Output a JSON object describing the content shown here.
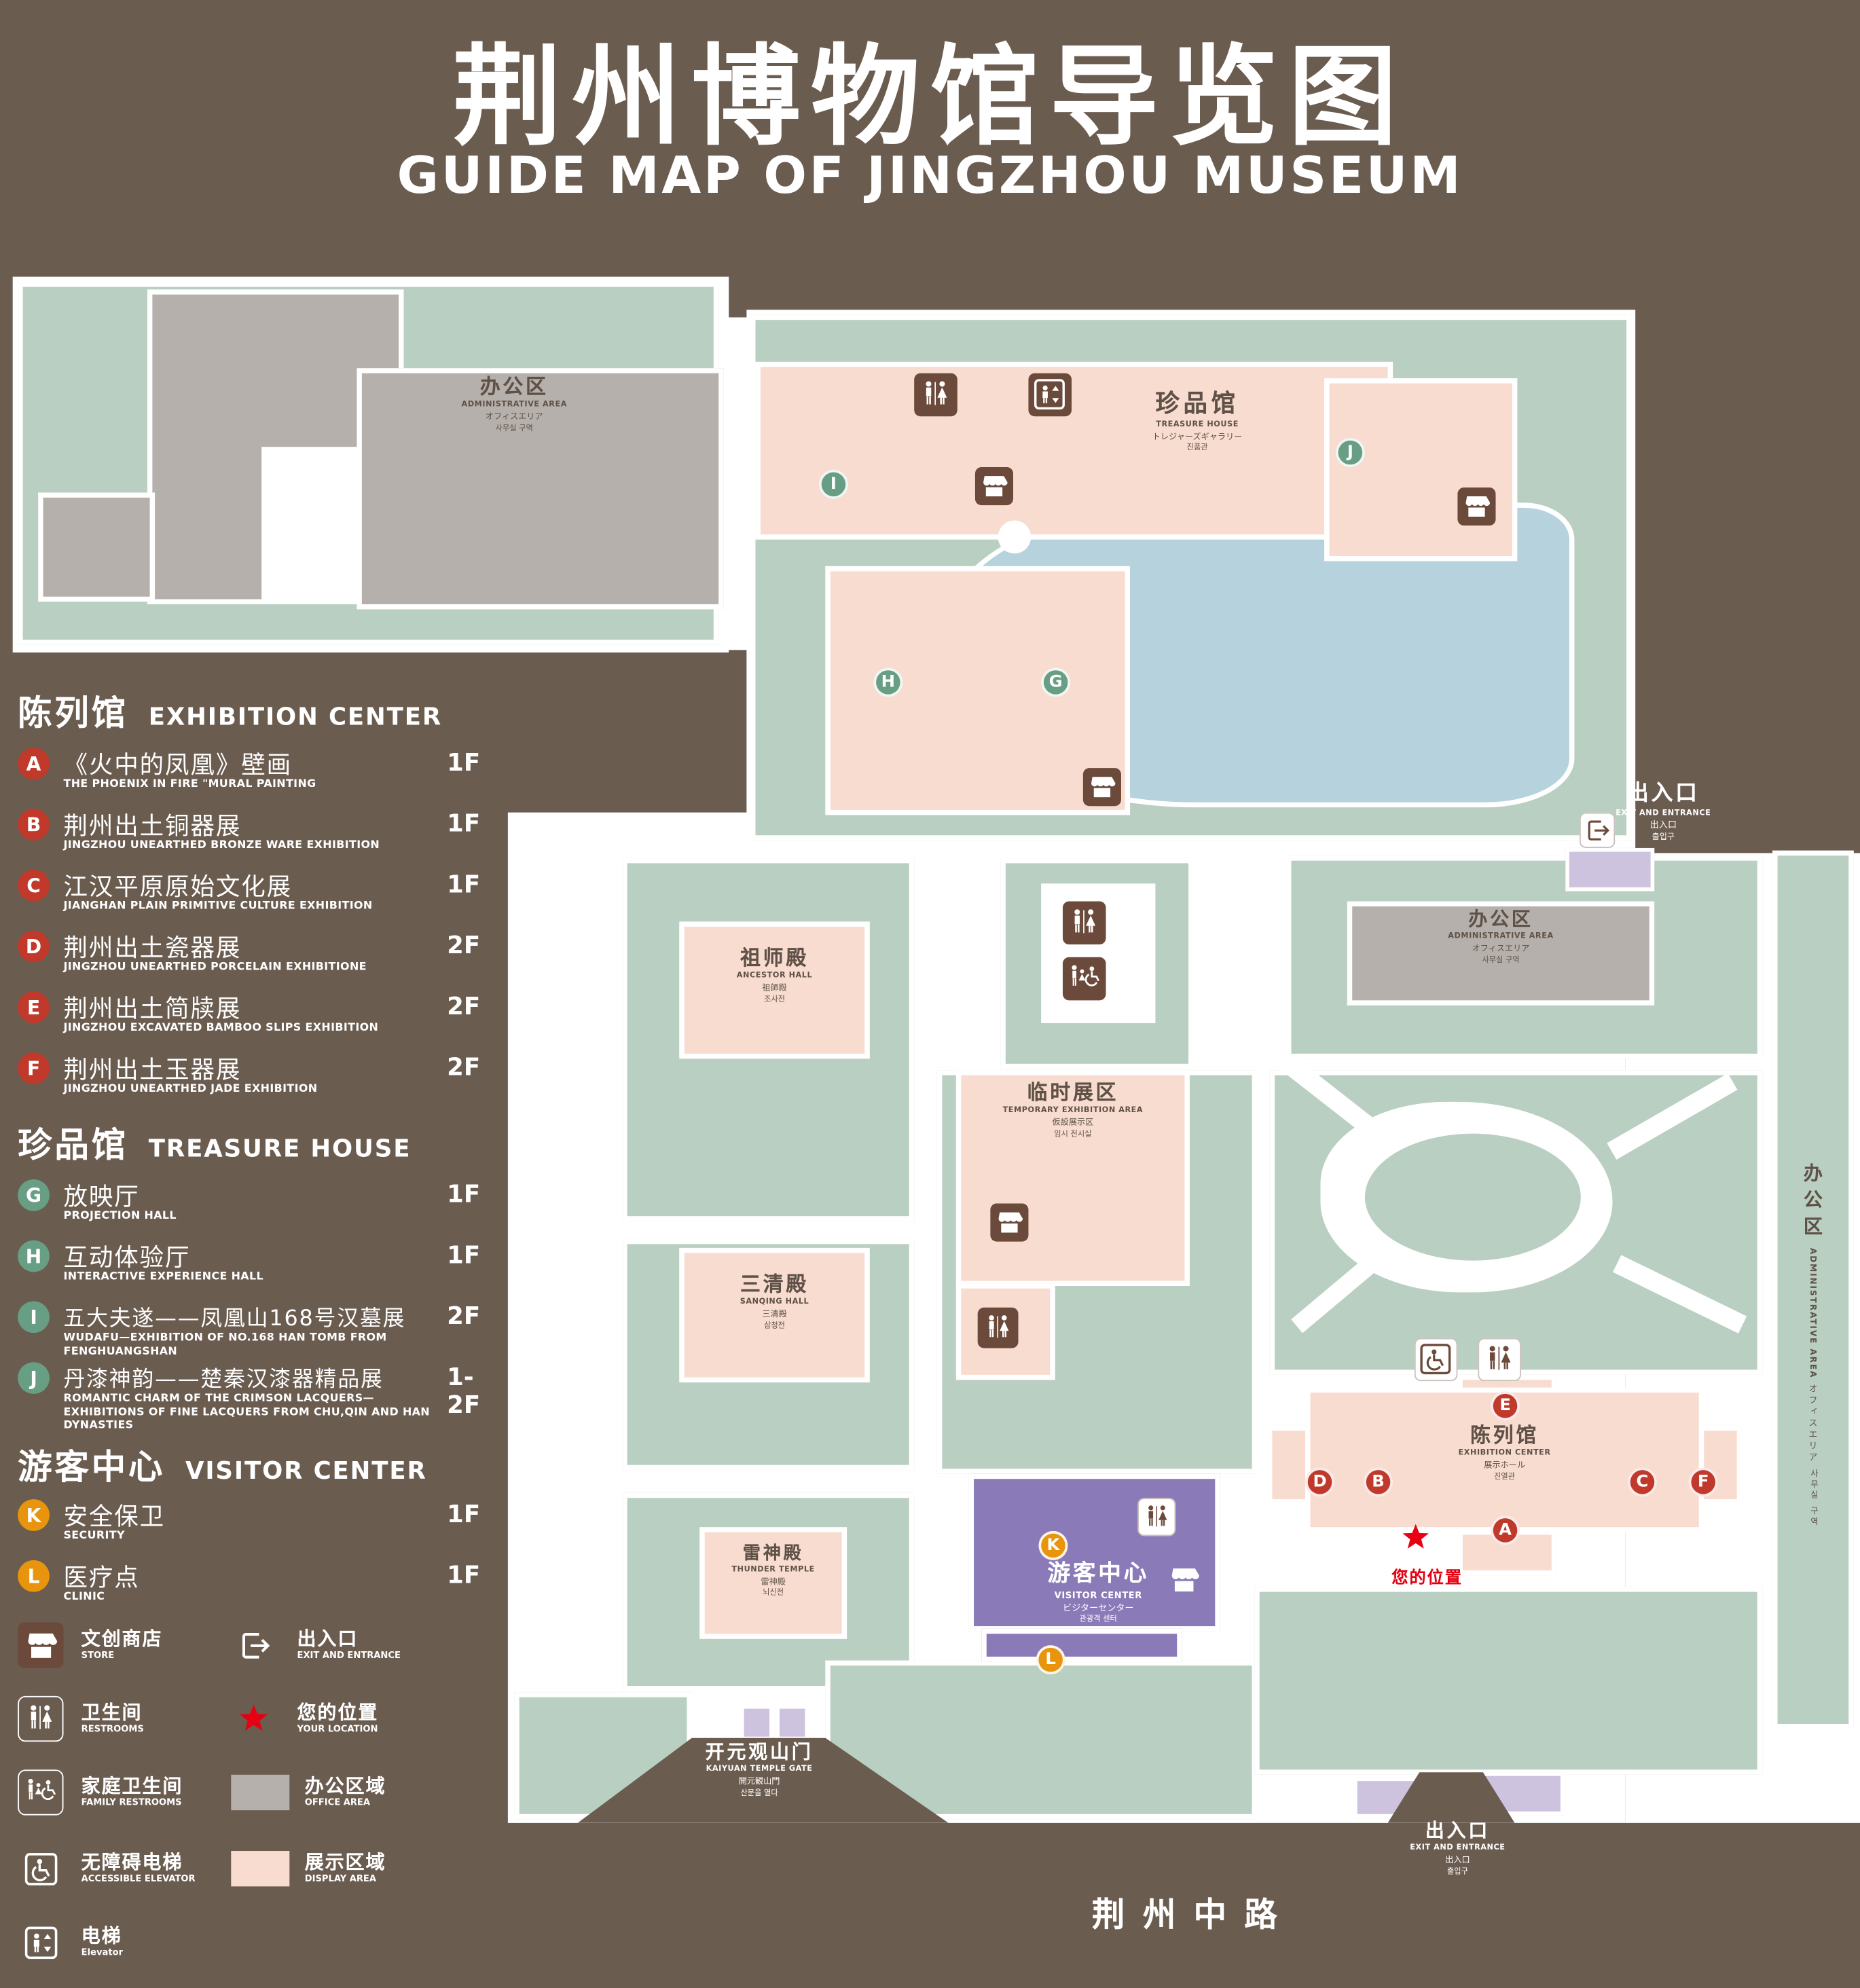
{
  "header": {
    "title_zh": "荆州博物馆导览图",
    "title_en": "GUIDE MAP OF JINGZHOU MUSEUM"
  },
  "legend": {
    "sections": [
      {
        "title_zh": "陈列馆",
        "title_en": "EXHIBITION CENTER",
        "items": [
          {
            "key": "A",
            "zh": "《火中的凤凰》壁画",
            "en": "THE PHOENIX IN FIRE \"MURAL PAINTING",
            "floor": "1F"
          },
          {
            "key": "B",
            "zh": "荆州出土铜器展",
            "en": "JINGZHOU UNEARTHED BRONZE WARE EXHIBITION",
            "floor": "1F"
          },
          {
            "key": "C",
            "zh": "江汉平原原始文化展",
            "en": "JIANGHAN PLAIN PRIMITIVE CULTURE EXHIBITION",
            "floor": "1F"
          },
          {
            "key": "D",
            "zh": "荆州出土瓷器展",
            "en": "JINGZHOU UNEARTHED PORCELAIN EXHIBITIONE",
            "floor": "2F"
          },
          {
            "key": "E",
            "zh": "荆州出土简牍展",
            "en": "JINGZHOU EXCAVATED BAMBOO SLIPS EXHIBITION",
            "floor": "2F"
          },
          {
            "key": "F",
            "zh": "荆州出土玉器展",
            "en": "JINGZHOU UNEARTHED JADE EXHIBITION",
            "floor": "2F"
          }
        ]
      },
      {
        "title_zh": "珍品馆",
        "title_en": "TREASURE HOUSE",
        "items": [
          {
            "key": "G",
            "zh": "放映厅",
            "en": "PROJECTION HALL",
            "floor": "1F"
          },
          {
            "key": "H",
            "zh": "互动体验厅",
            "en": "INTERACTIVE EXPERIENCE HALL",
            "floor": "1F"
          },
          {
            "key": "I",
            "zh": "五大夫遂——凤凰山168号汉墓展",
            "en": "WUDAFU—EXHIBITION OF NO.168 HAN TOMB FROM FENGHUANGSHAN",
            "floor": "2F"
          },
          {
            "key": "J",
            "zh": "丹漆神韵——楚秦汉漆器精品展",
            "en": "ROMANTIC CHARM OF THE CRIMSON LACQUERS—EXHIBITIONS OF FINE LACQUERS FROM CHU,QIN AND HAN DYNASTIES",
            "floor": "1-2F"
          }
        ]
      },
      {
        "title_zh": "游客中心",
        "title_en": "VISITOR CENTER",
        "items": [
          {
            "key": "K",
            "zh": "安全保卫",
            "en": "SECURITY",
            "floor": "1F"
          },
          {
            "key": "L",
            "zh": "医疗点",
            "en": "CLINIC",
            "floor": "1F"
          }
        ]
      }
    ],
    "symbols": [
      {
        "icon": "store",
        "zh": "文创商店",
        "en": "STORE"
      },
      {
        "icon": "exit",
        "zh": "出入口",
        "en": "EXIT AND ENTRANCE"
      },
      {
        "icon": "restroom",
        "zh": "卫生间",
        "en": "RESTROOMS"
      },
      {
        "icon": "location",
        "zh": "您的位置",
        "en": "YOUR LOCATION"
      },
      {
        "icon": "family",
        "zh": "家庭卫生间",
        "en": "FAMILY RESTROOMS"
      },
      {
        "icon": "office",
        "zh": "办公区域",
        "en": "OFFICE AREA"
      },
      {
        "icon": "accessible",
        "zh": "无障碍电梯",
        "en": "ACCESSIBLE ELEVATOR"
      },
      {
        "icon": "display",
        "zh": "展示区域",
        "en": "DISPLAY AREA"
      },
      {
        "icon": "elevator",
        "zh": "电梯",
        "en": "Elevator"
      }
    ]
  },
  "map": {
    "admin": {
      "zh": "办公区",
      "en": "ADMINISTRATIVE AREA",
      "ja": "オフィスエリア",
      "ko": "사무실 구역"
    },
    "treasure": {
      "zh": "珍品馆",
      "en": "TREASURE HOUSE",
      "ja": "トレジャーズギャラリー",
      "ko": "진품관",
      "markers": [
        "G",
        "H",
        "I",
        "J"
      ]
    },
    "ancestor": {
      "zh": "祖师殿",
      "en": "ANCESTOR HALL",
      "ja": "祖師殿",
      "ko": "조사전"
    },
    "temporary": {
      "zh": "临时展区",
      "en": "TEMPORARY EXHIBITION AREA",
      "ja": "仮設展示区",
      "ko": "임시 전시실"
    },
    "sanqing": {
      "zh": "三清殿",
      "en": "SANQING HALL",
      "ja": "三清殿",
      "ko": "삼청전"
    },
    "thunder": {
      "zh": "雷神殿",
      "en": "THUNDER TEMPLE",
      "ja": "雷神殿",
      "ko": "뇌신전"
    },
    "visitor": {
      "zh": "游客中心",
      "en": "VISITOR CENTER",
      "ja": "ビジターセンター",
      "ko": "관광객 센터",
      "markers": [
        "K",
        "L"
      ]
    },
    "exhibition": {
      "zh": "陈列馆",
      "en": "EXHIBITION CENTER",
      "ja": "展示ホール",
      "ko": "진열관",
      "markers": [
        "A",
        "B",
        "C",
        "D",
        "E",
        "F"
      ]
    },
    "exit": {
      "zh": "出入口",
      "en": "EXIT AND ENTRANCE",
      "ja": "出入口",
      "ko": "출입구"
    },
    "gate": {
      "zh": "开元观山门",
      "en": "KAIYUAN TEMPLE GATE",
      "ja": "開元観山門",
      "ko": "산문을 열다"
    },
    "your_location": "您的位置",
    "road": "荆州中路"
  },
  "colors": {
    "background": "#6b5c50",
    "lawn_green": "#b9cfc2",
    "display_pink": "#f8dcd0",
    "office_gray": "#b5b0ab",
    "water_blue": "#b6d2dd",
    "visitor_purple": "#8a7ab8",
    "entrance_purple": "#cdc3de",
    "badge_red": "#c0392b",
    "badge_green": "#689e83",
    "badge_orange": "#e8940d",
    "accent_red": "#e60012"
  }
}
